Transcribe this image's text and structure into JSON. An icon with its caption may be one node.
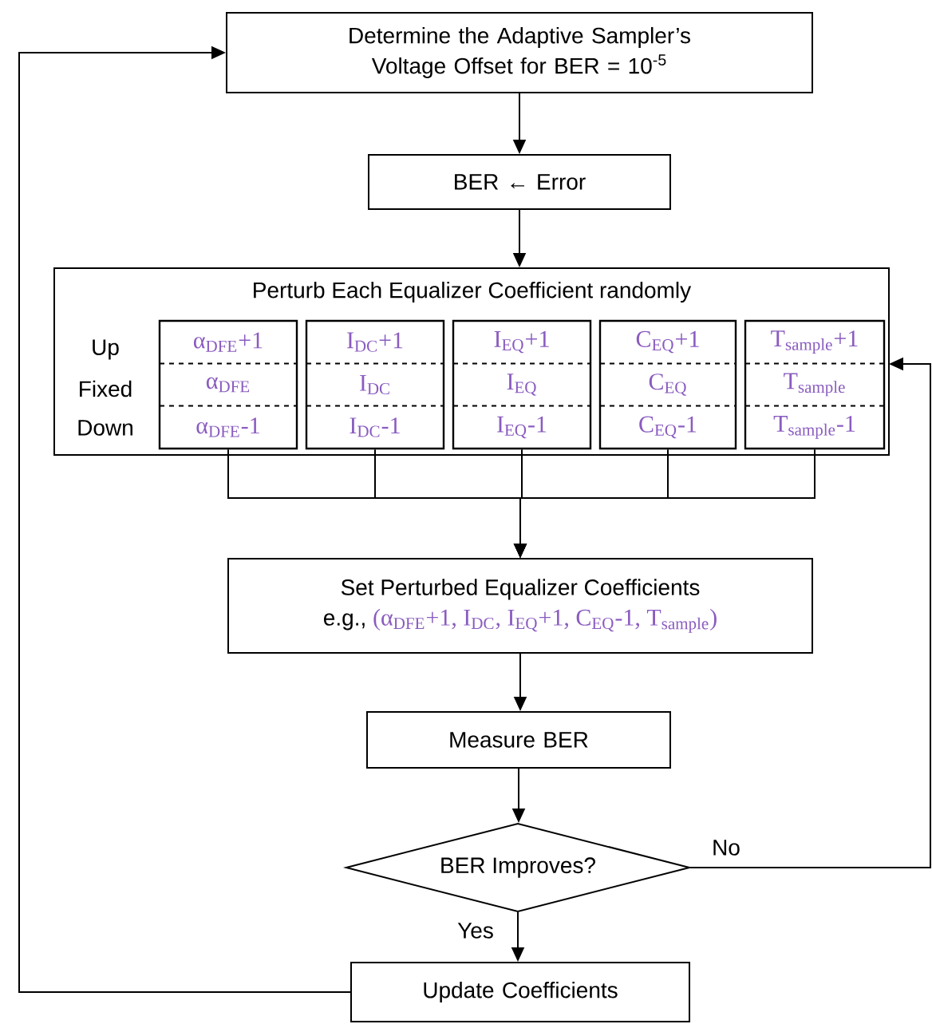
{
  "diagram": {
    "nodes": [
      {
        "text": [
          "Determine the Adaptive Sampler’s Voltage Offset for BER = 10$^{-5}$"
        ]
      },
      {
        "text": [
          "BER ← Error"
        ]
      },
      {
        "text": [
          "Perturb Each Equalizer Coefficient randomly"
        ]
      },
      {
        "text": [
          "α$_{DFE}$+1",
          "α$_{DFE}$",
          "α$_{DFE}$-1"
        ],
        "in": 2
      },
      {
        "text": [
          "I$_{DC}$+1",
          "I$_{DC}$",
          "I$_{DC}$-1"
        ],
        "in": 2
      },
      {
        "text": [
          "I$_{EQ}$+1",
          "I$_{EQ}$",
          "I$_{EQ}$-1"
        ],
        "in": 2
      },
      {
        "text": [
          "C$_{EQ}$+1",
          "C$_{EQ}$",
          "C$_{EQ}$-1"
        ],
        "in": 2
      },
      {
        "text": [
          "T$_{sample}$+1",
          "T$_{sample}$",
          "T$_{sample}$-1"
        ],
        "in": 2
      },
      {
        "text": [
          "Set Perturbed Equalizer Coefficients",
          "e.g.,",
          "(α$_{DFE}$+1, I$_{DC}$, I$_{EQ}$+1, C$_{EQ}$-1, T$_{sample}$)"
        ]
      },
      {
        "text": [
          "Measure BER"
        ]
      },
      {
        "text": [
          "BER Improves?"
        ]
      },
      {
        "text": [
          "Update Coefficients"
        ]
      }
    ],
    "edges": [
      {
        "from": 0,
        "to": 1,
        "arrow": "to"
      },
      {
        "from": 1,
        "to": 2,
        "arrow": "to"
      },
      {
        "from": 3,
        "to": 8,
        "arrow": "to"
      },
      {
        "from": 4,
        "to": 8,
        "arrow": "to"
      },
      {
        "from": 5,
        "to": 8,
        "arrow": "to"
      },
      {
        "from": 6,
        "to": 8,
        "arrow": "to"
      },
      {
        "from": 7,
        "to": 8,
        "arrow": "to"
      },
      {
        "from": 8,
        "to": 9,
        "arrow": "to"
      },
      {
        "from": 9,
        "to": 10,
        "arrow": "to"
      },
      {
        "from": 10,
        "to": 11,
        "arrow": "to",
        "label": "Yes"
      },
      {
        "from": 10,
        "to": 2,
        "arrow": "to",
        "label": "No"
      },
      {
        "from": 11,
        "to": 0,
        "arrow": "to"
      }
    ],
    "labels": [
      "Up",
      "Fixed",
      "Down"
    ]
  }
}
